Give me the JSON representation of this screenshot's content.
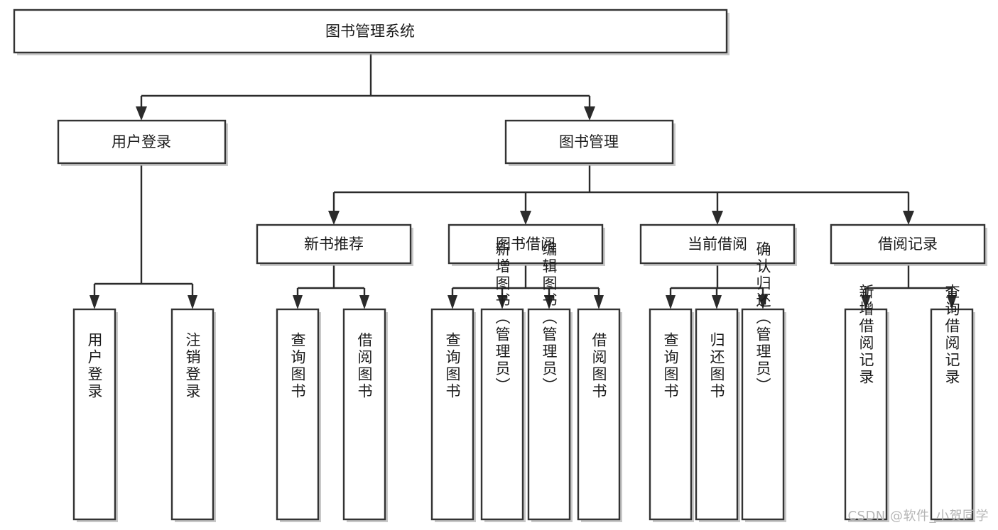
{
  "diagram": {
    "title": "图书管理系统",
    "type": "tree",
    "watermark": "CSDN @软件_小贺同学",
    "colors": {
      "box_fill": "#ffffff",
      "box_stroke": "#333333",
      "edge": "#2b2b2b",
      "text": "#1b1b1b",
      "watermark": "#b5b5b5",
      "background": "#ffffff"
    },
    "nodes": {
      "root": {
        "label": "图书管理系统",
        "level": 0,
        "orientation": "horizontal"
      },
      "user_login": {
        "label": "用户登录",
        "level": 1,
        "orientation": "horizontal"
      },
      "book_manage": {
        "label": "图书管理",
        "level": 1,
        "orientation": "horizontal"
      },
      "new_book_rec": {
        "label": "新书推荐",
        "level": 2,
        "orientation": "horizontal"
      },
      "book_borrow": {
        "label": "图书借阅",
        "level": 2,
        "orientation": "horizontal"
      },
      "current_borrow": {
        "label": "当前借阅",
        "level": 2,
        "orientation": "horizontal"
      },
      "borrow_record": {
        "label": "借阅记录",
        "level": 2,
        "orientation": "horizontal"
      },
      "leaf_user_login": {
        "label": "用户登录",
        "level": 2,
        "orientation": "vertical"
      },
      "leaf_logout": {
        "label": "注销登录",
        "level": 2,
        "orientation": "vertical"
      },
      "leaf_query_book_1": {
        "label": "查询图书",
        "level": 3,
        "orientation": "vertical"
      },
      "leaf_borrow_book_1": {
        "label": "借阅图书",
        "level": 3,
        "orientation": "vertical"
      },
      "leaf_query_book_2": {
        "label": "查询图书",
        "level": 3,
        "orientation": "vertical"
      },
      "leaf_add_book": {
        "label": "新增图书（管理员）",
        "level": 3,
        "orientation": "vertical"
      },
      "leaf_edit_book": {
        "label": "编辑图书（管理员）",
        "level": 3,
        "orientation": "vertical"
      },
      "leaf_borrow_book_2": {
        "label": "借阅图书",
        "level": 3,
        "orientation": "vertical"
      },
      "leaf_query_book_3": {
        "label": "查询图书",
        "level": 3,
        "orientation": "vertical"
      },
      "leaf_return_book": {
        "label": "归还图书",
        "level": 3,
        "orientation": "vertical"
      },
      "leaf_confirm_return": {
        "label": "确认归还（管理员）",
        "level": 3,
        "orientation": "vertical"
      },
      "leaf_add_record": {
        "label": "新增借阅记录",
        "level": 3,
        "orientation": "vertical"
      },
      "leaf_query_record": {
        "label": "查询借阅记录",
        "level": 3,
        "orientation": "vertical"
      }
    },
    "edges": [
      {
        "from": "root",
        "to": "user_login"
      },
      {
        "from": "root",
        "to": "book_manage"
      },
      {
        "from": "user_login",
        "to": "leaf_user_login"
      },
      {
        "from": "user_login",
        "to": "leaf_logout"
      },
      {
        "from": "book_manage",
        "to": "new_book_rec"
      },
      {
        "from": "book_manage",
        "to": "book_borrow"
      },
      {
        "from": "book_manage",
        "to": "current_borrow"
      },
      {
        "from": "book_manage",
        "to": "borrow_record"
      },
      {
        "from": "new_book_rec",
        "to": "leaf_query_book_1"
      },
      {
        "from": "new_book_rec",
        "to": "leaf_borrow_book_1"
      },
      {
        "from": "book_borrow",
        "to": "leaf_query_book_2"
      },
      {
        "from": "book_borrow",
        "to": "leaf_add_book"
      },
      {
        "from": "book_borrow",
        "to": "leaf_edit_book"
      },
      {
        "from": "book_borrow",
        "to": "leaf_borrow_book_2"
      },
      {
        "from": "current_borrow",
        "to": "leaf_query_book_3"
      },
      {
        "from": "current_borrow",
        "to": "leaf_return_book"
      },
      {
        "from": "current_borrow",
        "to": "leaf_confirm_return"
      },
      {
        "from": "borrow_record",
        "to": "leaf_add_record"
      },
      {
        "from": "borrow_record",
        "to": "leaf_query_record"
      }
    ]
  }
}
